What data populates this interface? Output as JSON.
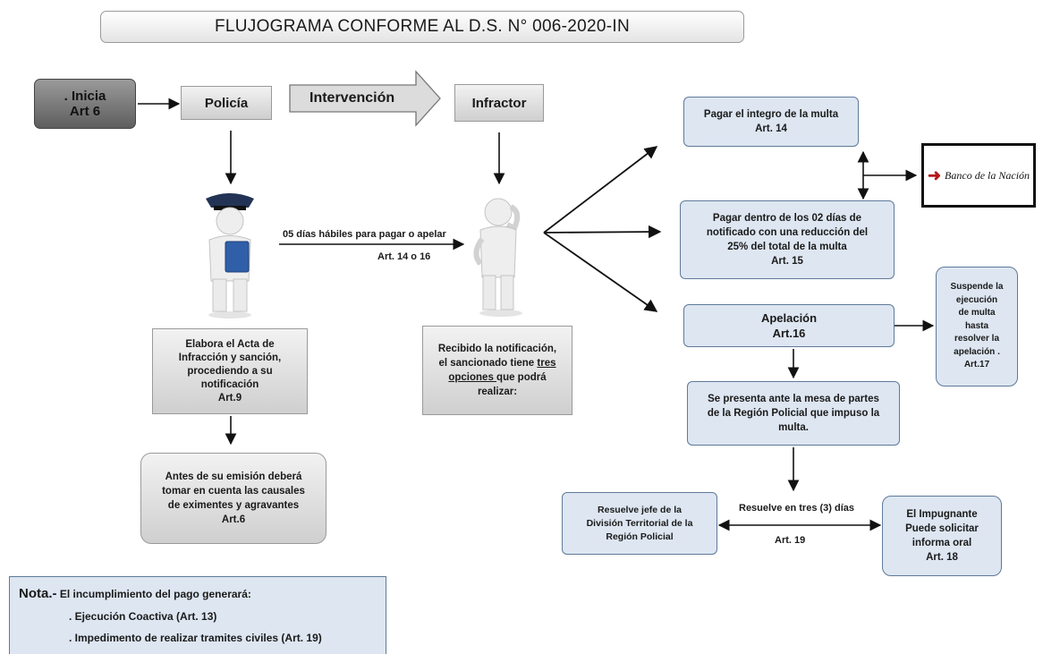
{
  "title": "FLUJOGRAMA CONFORME AL D.S. N° 006-2020-IN",
  "inicia": {
    "line1": ". Inicia",
    "line2": "Art 6"
  },
  "policia": "Policía",
  "intervencion": "Intervención",
  "infractor": "Infractor",
  "plazo": {
    "line1": "05 días  hábiles para pagar o apelar",
    "line2": "Art. 14 o 16"
  },
  "acta": {
    "lines": [
      "Elabora el Acta de",
      "Infracción y sanción,",
      "procediendo a su",
      "notificación",
      "Art.9"
    ]
  },
  "antes": {
    "lines": [
      "Antes de su emisión deberá",
      "tomar en cuenta las causales",
      "de eximentes y agravantes",
      "Art.6"
    ]
  },
  "recibido": {
    "line1": "Recibido la notificación,",
    "line2_pre": "el sancionado tiene ",
    "line2_u": "tres",
    "line3_u": "opciones ",
    "line3_post": " que podrá",
    "line4": "realizar:"
  },
  "opcion1": {
    "line1": "Pagar el integro de la multa",
    "line2": "Art. 14"
  },
  "banco": "Banco de la Nación",
  "opcion2": {
    "lines": [
      "Pagar dentro de los 02 días  de",
      "notificado con una reducción del",
      "25% del total de la multa",
      "Art. 15"
    ]
  },
  "apelacion": {
    "line1": "Apelación",
    "line2": "Art.16"
  },
  "suspende": {
    "lines": [
      "Suspende la",
      "ejecución",
      "de multa",
      "hasta",
      "resolver la",
      "apelación .",
      "Art.17"
    ]
  },
  "mesa": {
    "lines": [
      "Se presenta ante la mesa de partes",
      "de la Región Policial que impuso la",
      "multa."
    ]
  },
  "resuelve_label": {
    "line1": "Resuelve en tres (3) días",
    "line2": "Art. 19"
  },
  "jefe": {
    "lines": [
      "Resuelve  jefe  de la",
      "División Territorial de la",
      "Región Policial"
    ]
  },
  "impugnante": {
    "lines": [
      "El Impugnante",
      "Puede solicitar",
      "informa oral",
      "Art. 18"
    ]
  },
  "nota": {
    "head": "Nota.-",
    "intro": " El incumplimiento del pago generará:",
    "item1": ". Ejecución Coactiva (Art. 13)",
    "item2": ". Impedimento de realizar tramites civiles (Art. 19)"
  },
  "colors": {
    "blue_fill": "#dde6f1",
    "blue_border": "#5f7a99",
    "banco_red": "#b5161b",
    "police_blue": "#2f5fa8"
  }
}
